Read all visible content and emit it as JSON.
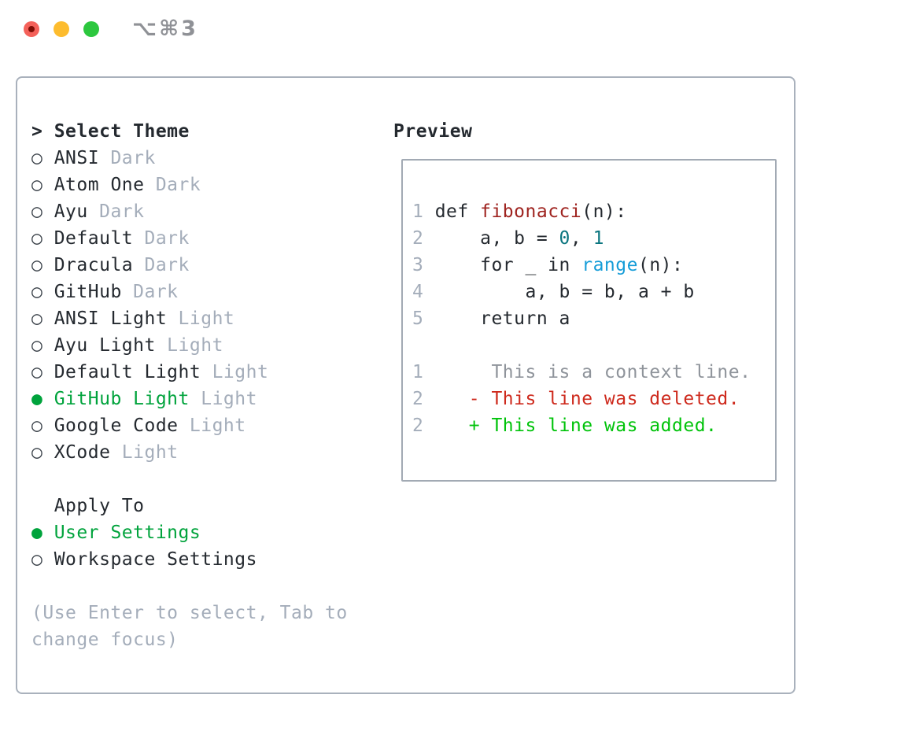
{
  "window": {
    "title": "⌥⌘3"
  },
  "colors": {
    "traffic_red": "#f4615a",
    "traffic_red_dot": "#7e0d05",
    "traffic_yellow": "#fdbc2e",
    "traffic_green": "#2cc73e",
    "title_gray": "#8f9196",
    "panel_border": "#a9b1bc",
    "box_border": "#a2aab4",
    "text_dark": "#24292f",
    "muted_gray": "#a4adba",
    "linenum_gray": "#a4adba",
    "ring_dark": "#3b424a",
    "select_green": "#00a33c",
    "add_green": "#00c30a",
    "del_red": "#ce2a1d",
    "func_red": "#9f2420",
    "num_teal": "#0b757f",
    "builtin_blue": "#169dd8",
    "ctx_gray": "#8f949b"
  },
  "theme_picker": {
    "heading": {
      "prefix": "> ",
      "label": "Select Theme"
    },
    "items": [
      {
        "name": "ANSI",
        "variant": "Dark",
        "selected": false
      },
      {
        "name": "Atom One",
        "variant": "Dark",
        "selected": false
      },
      {
        "name": "Ayu",
        "variant": "Dark",
        "selected": false
      },
      {
        "name": "Default",
        "variant": "Dark",
        "selected": false
      },
      {
        "name": "Dracula",
        "variant": "Dark",
        "selected": false
      },
      {
        "name": "GitHub",
        "variant": "Dark",
        "selected": false
      },
      {
        "name": "ANSI Light",
        "variant": "Light",
        "selected": false
      },
      {
        "name": "Ayu Light",
        "variant": "Light",
        "selected": false
      },
      {
        "name": "Default Light",
        "variant": "Light",
        "selected": false
      },
      {
        "name": "GitHub Light",
        "variant": "Light",
        "selected": true
      },
      {
        "name": "Google Code",
        "variant": "Light",
        "selected": false
      },
      {
        "name": "XCode",
        "variant": "Light",
        "selected": false
      }
    ],
    "radio_icons": {
      "unselected": "○ ",
      "selected": "● "
    },
    "apply_to": {
      "heading": "Apply To",
      "options": [
        {
          "label": "User Settings",
          "selected": true
        },
        {
          "label": "Workspace Settings",
          "selected": false
        }
      ]
    },
    "help_lines": [
      "(Use Enter to select, Tab to",
      "change focus)"
    ]
  },
  "preview": {
    "heading": "Preview",
    "code_lines": [
      {
        "num": "1",
        "segments": [
          {
            "t": " def ",
            "c": "plain"
          },
          {
            "t": "fibonacci",
            "c": "func"
          },
          {
            "t": "(n):",
            "c": "plain"
          }
        ]
      },
      {
        "num": "2",
        "segments": [
          {
            "t": "     a, b = ",
            "c": "plain"
          },
          {
            "t": "0",
            "c": "number"
          },
          {
            "t": ", ",
            "c": "plain"
          },
          {
            "t": "1",
            "c": "number"
          }
        ]
      },
      {
        "num": "3",
        "segments": [
          {
            "t": "     for _ in ",
            "c": "plain"
          },
          {
            "t": "range",
            "c": "builtin"
          },
          {
            "t": "(n):",
            "c": "plain"
          }
        ]
      },
      {
        "num": "4",
        "segments": [
          {
            "t": "         a, b = b, a + b",
            "c": "plain"
          }
        ]
      },
      {
        "num": "5",
        "segments": [
          {
            "t": "     return a",
            "c": "plain"
          }
        ]
      }
    ],
    "diff_lines": [
      {
        "num": "1",
        "segments": [
          {
            "t": "      This is a context line.",
            "c": "ctx"
          }
        ]
      },
      {
        "num": "2",
        "segments": [
          {
            "t": "    - This line was deleted.",
            "c": "del"
          }
        ]
      },
      {
        "num": "2",
        "segments": [
          {
            "t": "    + This line was added.",
            "c": "add"
          }
        ]
      }
    ]
  }
}
